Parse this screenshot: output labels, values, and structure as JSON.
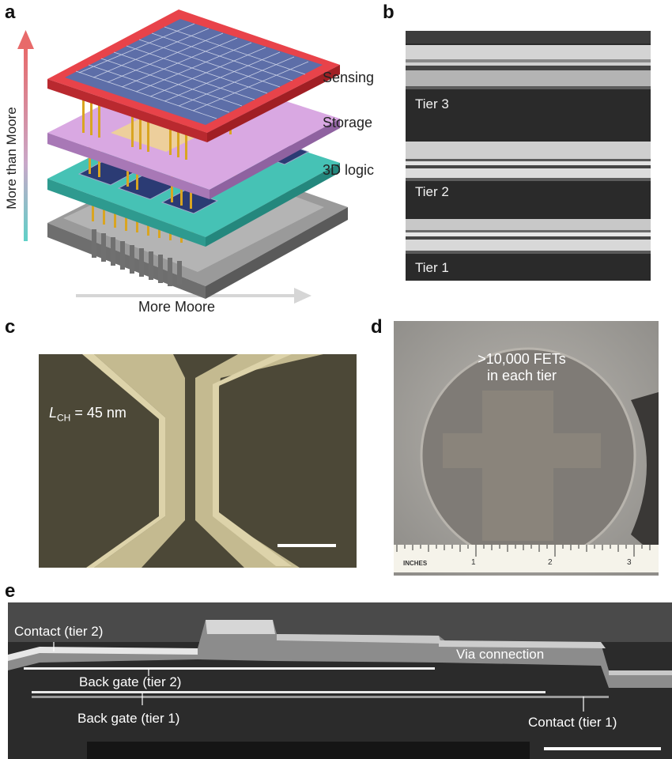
{
  "panels": {
    "a": {
      "letter": "a",
      "layers": [
        "Sensing",
        "Storage",
        "3D logic"
      ],
      "y_axis_label": "More than Moore",
      "x_axis_label": "More Moore"
    },
    "b": {
      "letter": "b",
      "tiers": [
        "Tier 3",
        "Tier 2",
        "Tier 1"
      ]
    },
    "c": {
      "letter": "c",
      "channel_symbol": "L",
      "channel_subscript": "CH",
      "channel_value": "= 45 nm"
    },
    "d": {
      "letter": "d",
      "caption_line1": ">10,000 FETs",
      "caption_line2": "in each tier",
      "ruler_unit": "INCHES",
      "ruler_ticks": [
        "1",
        "2",
        "3"
      ]
    },
    "e": {
      "letter": "e",
      "labels": {
        "contact_tier2": "Contact (tier 2)",
        "via_connection": "Via connection",
        "back_gate_tier2": "Back gate (tier 2)",
        "back_gate_tier1": "Back gate (tier 1)",
        "contact_tier1": "Contact (tier 1)"
      }
    }
  },
  "colors": {
    "sensing_layer": "#e8434a",
    "storage_layer": "#c98fd6",
    "logic_layer": "#3fb6aa",
    "base_layer": "#8a8a8a",
    "pillar": "#d9a521",
    "arrow_top": "#e86a6a",
    "arrow_bottom": "#5fd0c7",
    "sem_bg": "#2a2a2a",
    "sem_c_bg": "#4a4636"
  }
}
